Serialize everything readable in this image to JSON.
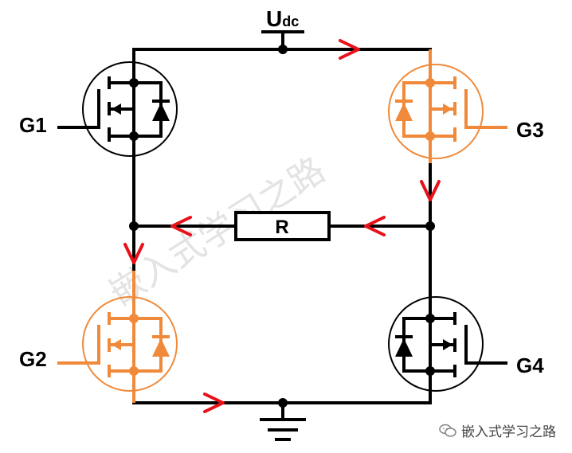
{
  "labels": {
    "supply": "U",
    "supply_sub": "dc",
    "g1": "G1",
    "g2": "G2",
    "g3": "G3",
    "g4": "G4",
    "resistor": "R"
  },
  "watermark": {
    "diagonal": "嵌入式学习之路",
    "footer": "嵌入式学习之路"
  },
  "colors": {
    "wire": "#000000",
    "active": "#f08a3a",
    "arrow": "#e8101a",
    "watermark": "#d9d9d9"
  }
}
